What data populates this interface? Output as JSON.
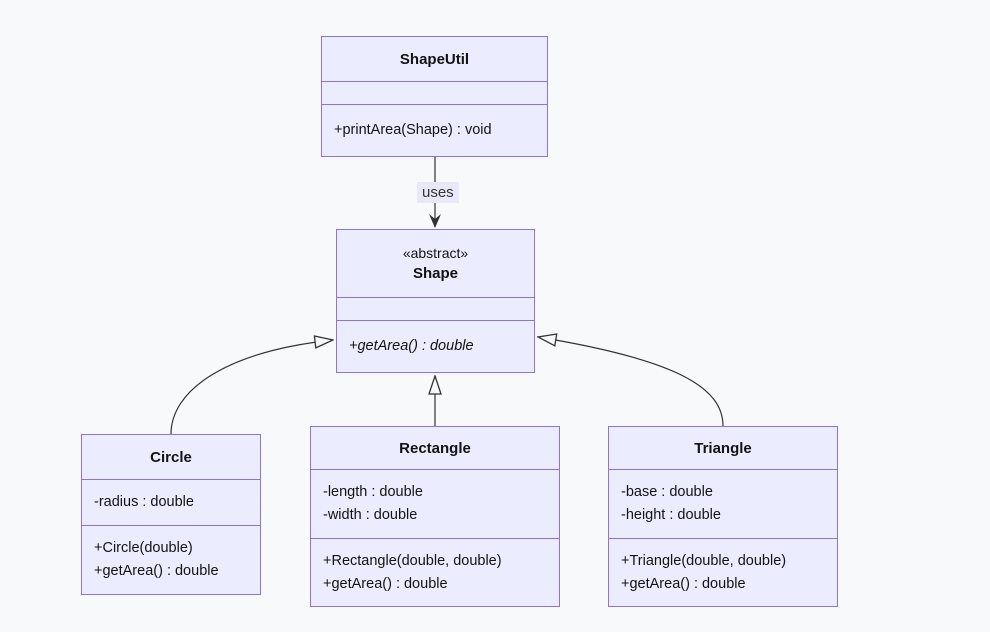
{
  "diagram": {
    "type": "uml-class-diagram",
    "classes": [
      {
        "name": "ShapeUtil",
        "stereotype": "",
        "attributes": [],
        "methods": [
          "+printArea(Shape) : void"
        ]
      },
      {
        "name": "Shape",
        "stereotype": "«abstract»",
        "attributes": [],
        "methods": [
          "+getArea() : double"
        ]
      },
      {
        "name": "Circle",
        "stereotype": "",
        "attributes": [
          "-radius : double"
        ],
        "methods": [
          "+Circle(double)",
          "+getArea() : double"
        ]
      },
      {
        "name": "Rectangle",
        "stereotype": "",
        "attributes": [
          "-length : double",
          "-width : double"
        ],
        "methods": [
          "+Rectangle(double, double)",
          "+getArea() : double"
        ]
      },
      {
        "name": "Triangle",
        "stereotype": "",
        "attributes": [
          "-base : double",
          "-height : double"
        ],
        "methods": [
          "+Triangle(double, double)",
          "+getArea() : double"
        ]
      }
    ],
    "relations": [
      {
        "from": "ShapeUtil",
        "to": "Shape",
        "type": "dependency",
        "label": "uses"
      },
      {
        "from": "Circle",
        "to": "Shape",
        "type": "inheritance",
        "label": ""
      },
      {
        "from": "Rectangle",
        "to": "Shape",
        "type": "inheritance",
        "label": ""
      },
      {
        "from": "Triangle",
        "to": "Shape",
        "type": "inheritance",
        "label": ""
      }
    ],
    "colors": {
      "box_fill": "#ECECFF",
      "box_border": "#9370DB",
      "edge_line": "#333333",
      "background": "#f8f9fb",
      "edge_label_bg": "#e8e8f7"
    }
  }
}
